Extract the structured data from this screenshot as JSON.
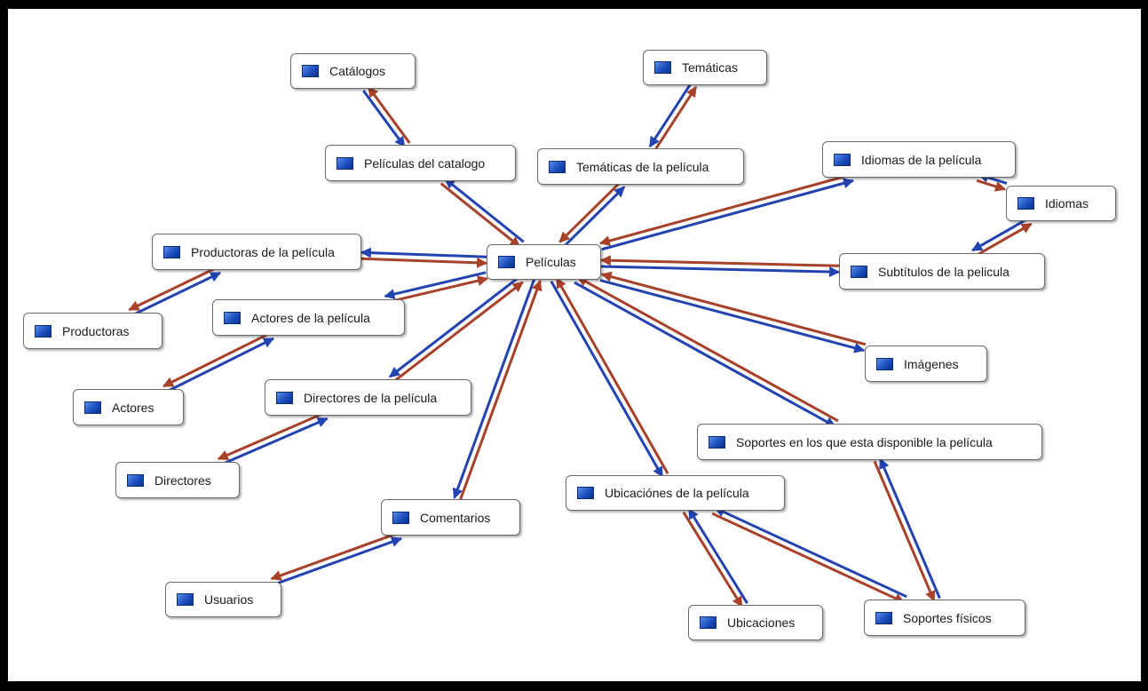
{
  "colors": {
    "red_arrow": "#a8412a",
    "blue_arrow": "#2343b0",
    "folder_icon": "#1d4fbf"
  },
  "nodes": {
    "peliculas": "Películas",
    "catalogos": "Catálogos",
    "tematicas": "Temáticas",
    "peliculas_catalogo": "Películas del catalogo",
    "tematicas_pelicula": "Temáticas de la película",
    "idiomas_pelicula": "Idiomas de la película",
    "idiomas": "Idiomas",
    "productoras_pelicula": "Productoras de la película",
    "subtitulos_pelicula": "Subtítulos de la pelicula",
    "productoras": "Productoras",
    "actores_pelicula": "Actores de la película",
    "imagenes": "Imágenes",
    "actores": "Actores",
    "directores_pelicula": "Directores de la película",
    "soportes_disponible": "Soportes en los que esta disponible la película",
    "directores": "Directores",
    "ubicaciones_pelicula": "Ubicaciónes de la película",
    "comentarios": "Comentarios",
    "usuarios": "Usuarios",
    "ubicaciones": "Ubicaciones",
    "soportes_fisicos": "Soportes físicos"
  },
  "relations": [
    {
      "from": "peliculas_catalogo",
      "to": "catalogos"
    },
    {
      "from": "peliculas_catalogo",
      "to": "peliculas"
    },
    {
      "from": "tematicas_pelicula",
      "to": "tematicas"
    },
    {
      "from": "tematicas_pelicula",
      "to": "peliculas"
    },
    {
      "from": "idiomas_pelicula",
      "to": "peliculas"
    },
    {
      "from": "idiomas_pelicula",
      "to": "idiomas"
    },
    {
      "from": "subtitulos_pelicula",
      "to": "peliculas"
    },
    {
      "from": "subtitulos_pelicula",
      "to": "idiomas"
    },
    {
      "from": "productoras_pelicula",
      "to": "peliculas"
    },
    {
      "from": "productoras_pelicula",
      "to": "productoras"
    },
    {
      "from": "actores_pelicula",
      "to": "peliculas"
    },
    {
      "from": "actores_pelicula",
      "to": "actores"
    },
    {
      "from": "directores_pelicula",
      "to": "peliculas"
    },
    {
      "from": "directores_pelicula",
      "to": "directores"
    },
    {
      "from": "imagenes",
      "to": "peliculas"
    },
    {
      "from": "comentarios",
      "to": "peliculas"
    },
    {
      "from": "comentarios",
      "to": "usuarios"
    },
    {
      "from": "ubicaciones_pelicula",
      "to": "peliculas"
    },
    {
      "from": "ubicaciones_pelicula",
      "to": "ubicaciones"
    },
    {
      "from": "ubicaciones_pelicula",
      "to": "soportes_fisicos"
    },
    {
      "from": "soportes_disponible",
      "to": "peliculas"
    },
    {
      "from": "soportes_disponible",
      "to": "soportes_fisicos"
    }
  ]
}
